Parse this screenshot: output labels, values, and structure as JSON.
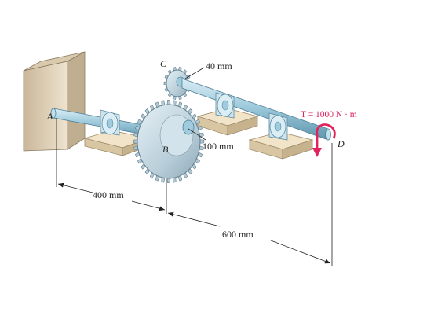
{
  "points": {
    "a": "A",
    "b": "B",
    "c": "C",
    "d": "D"
  },
  "dimensions": {
    "gear_c_radius": "40 mm",
    "gear_b_radius": "100 mm",
    "length_ab": "400 mm",
    "length_bd": "600 mm"
  },
  "torque_label": "T = 1000 N · m",
  "colors": {
    "shaft": "#8fc3d8",
    "gear": "#c4d6df",
    "bearing_base": "#ead8b8",
    "wall": "#e3d6c0",
    "torque": "#e0245e"
  }
}
